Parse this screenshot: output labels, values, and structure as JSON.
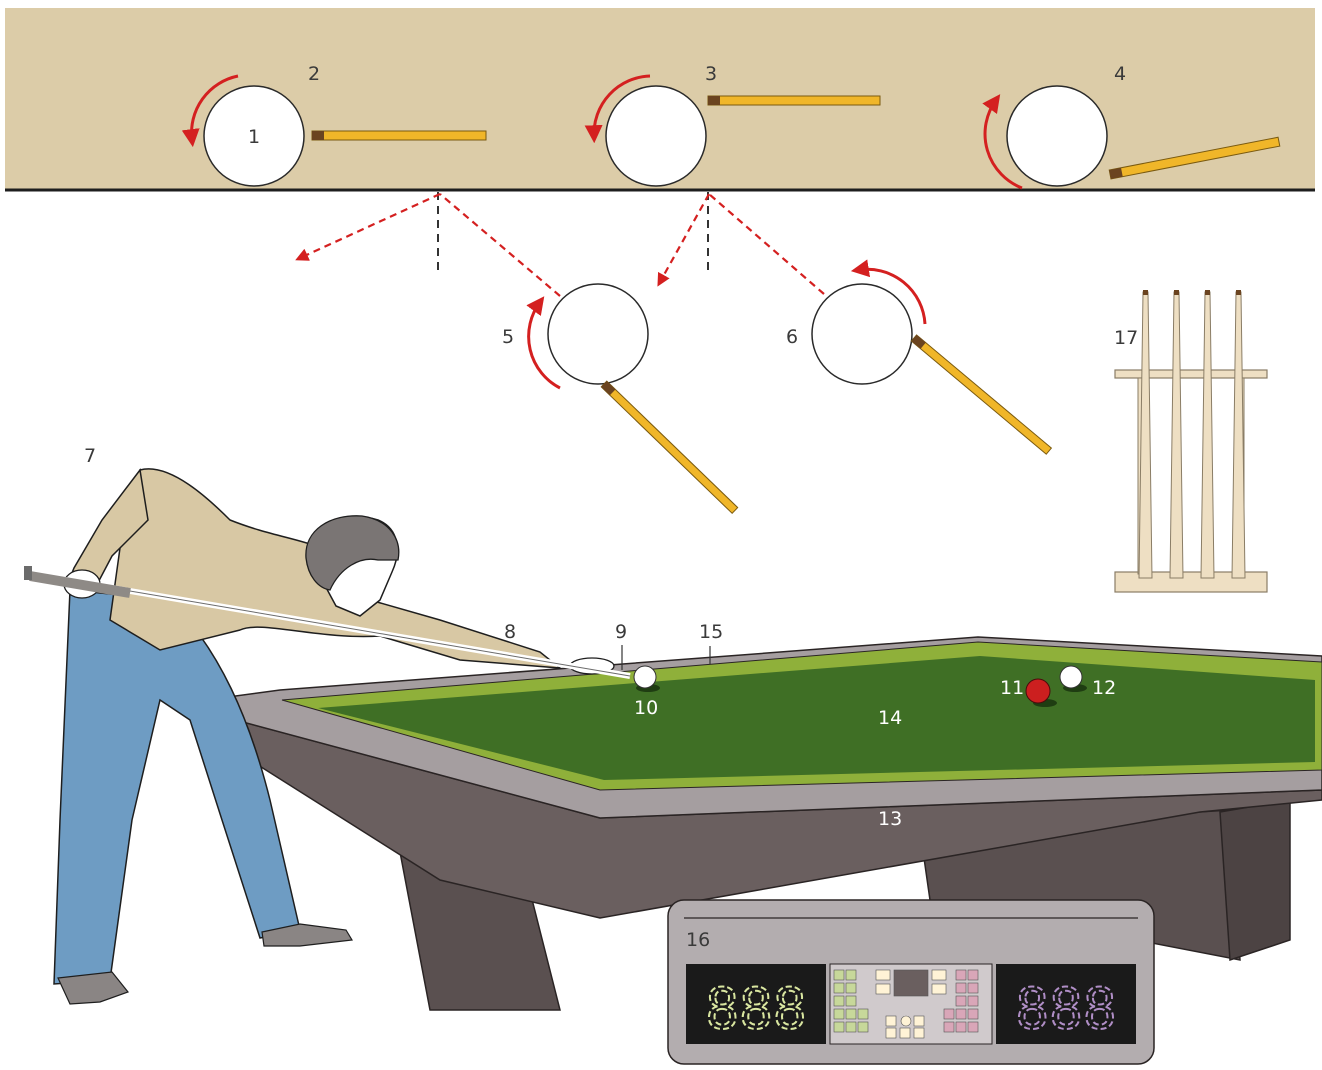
{
  "labels": {
    "l1": "1",
    "l2": "2",
    "l3": "3",
    "l4": "4",
    "l5": "5",
    "l6": "6",
    "l7": "7",
    "l8": "8",
    "l9": "9",
    "l10": "10",
    "l11": "11",
    "l12": "12",
    "l13": "13",
    "l14": "14",
    "l15": "15",
    "l16": "16",
    "l17": "17"
  },
  "colors": {
    "wall_band": "#dccca8",
    "spin_arrow": "#d42020",
    "path_dashed": "#d42020",
    "cue_wood": "#f0b629",
    "cue_tip": "#6b4420",
    "cloth": "#3f6f25",
    "cushion": "#8fb03a",
    "rail_top": "#a59ea0",
    "table_body": "#6a5f5f",
    "table_leg": "#5a5050",
    "red_ball": "#cc1f1f",
    "shirt": "#d8c8a4",
    "trousers": "#6e9cc3",
    "hair": "#7a7574",
    "scoreboard_case": "#b3adaf",
    "score_left_digits": "#d9e6a0",
    "score_right_digits": "#b08ec6",
    "rack_wood": "#eedfc3"
  },
  "scoreboard": {
    "left_digits": "888",
    "right_digits": "888"
  }
}
